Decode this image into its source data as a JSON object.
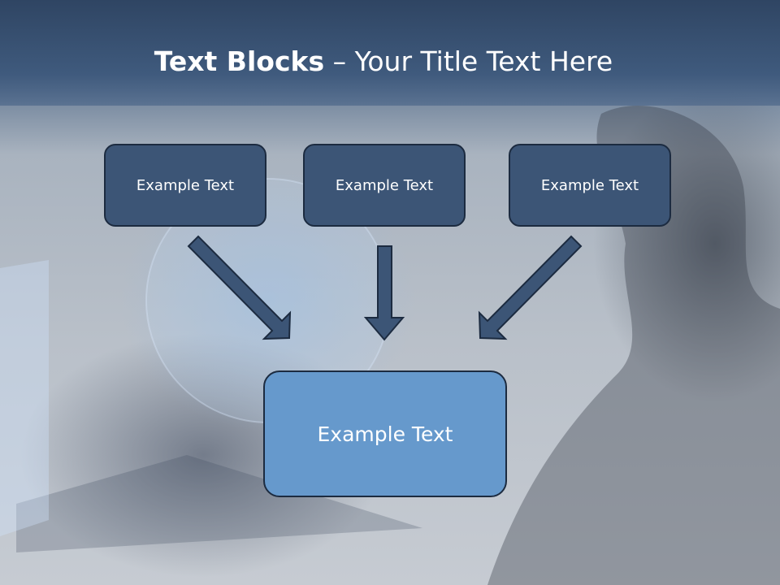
{
  "slide": {
    "title_bold": "Text Blocks",
    "title_dash": " – ",
    "title_rest": "Your Title Text Here",
    "boxes": [
      {
        "label": "Example Text"
      },
      {
        "label": "Example Text"
      },
      {
        "label": "Example Text"
      }
    ],
    "main_box": {
      "label": "Example Text"
    }
  },
  "colors": {
    "header": "#3f5a7d",
    "small_box_fill": "#3c5576",
    "large_box_fill": "#6699cc",
    "arrow": "#3c5576",
    "box_border": "#1c2b40"
  }
}
